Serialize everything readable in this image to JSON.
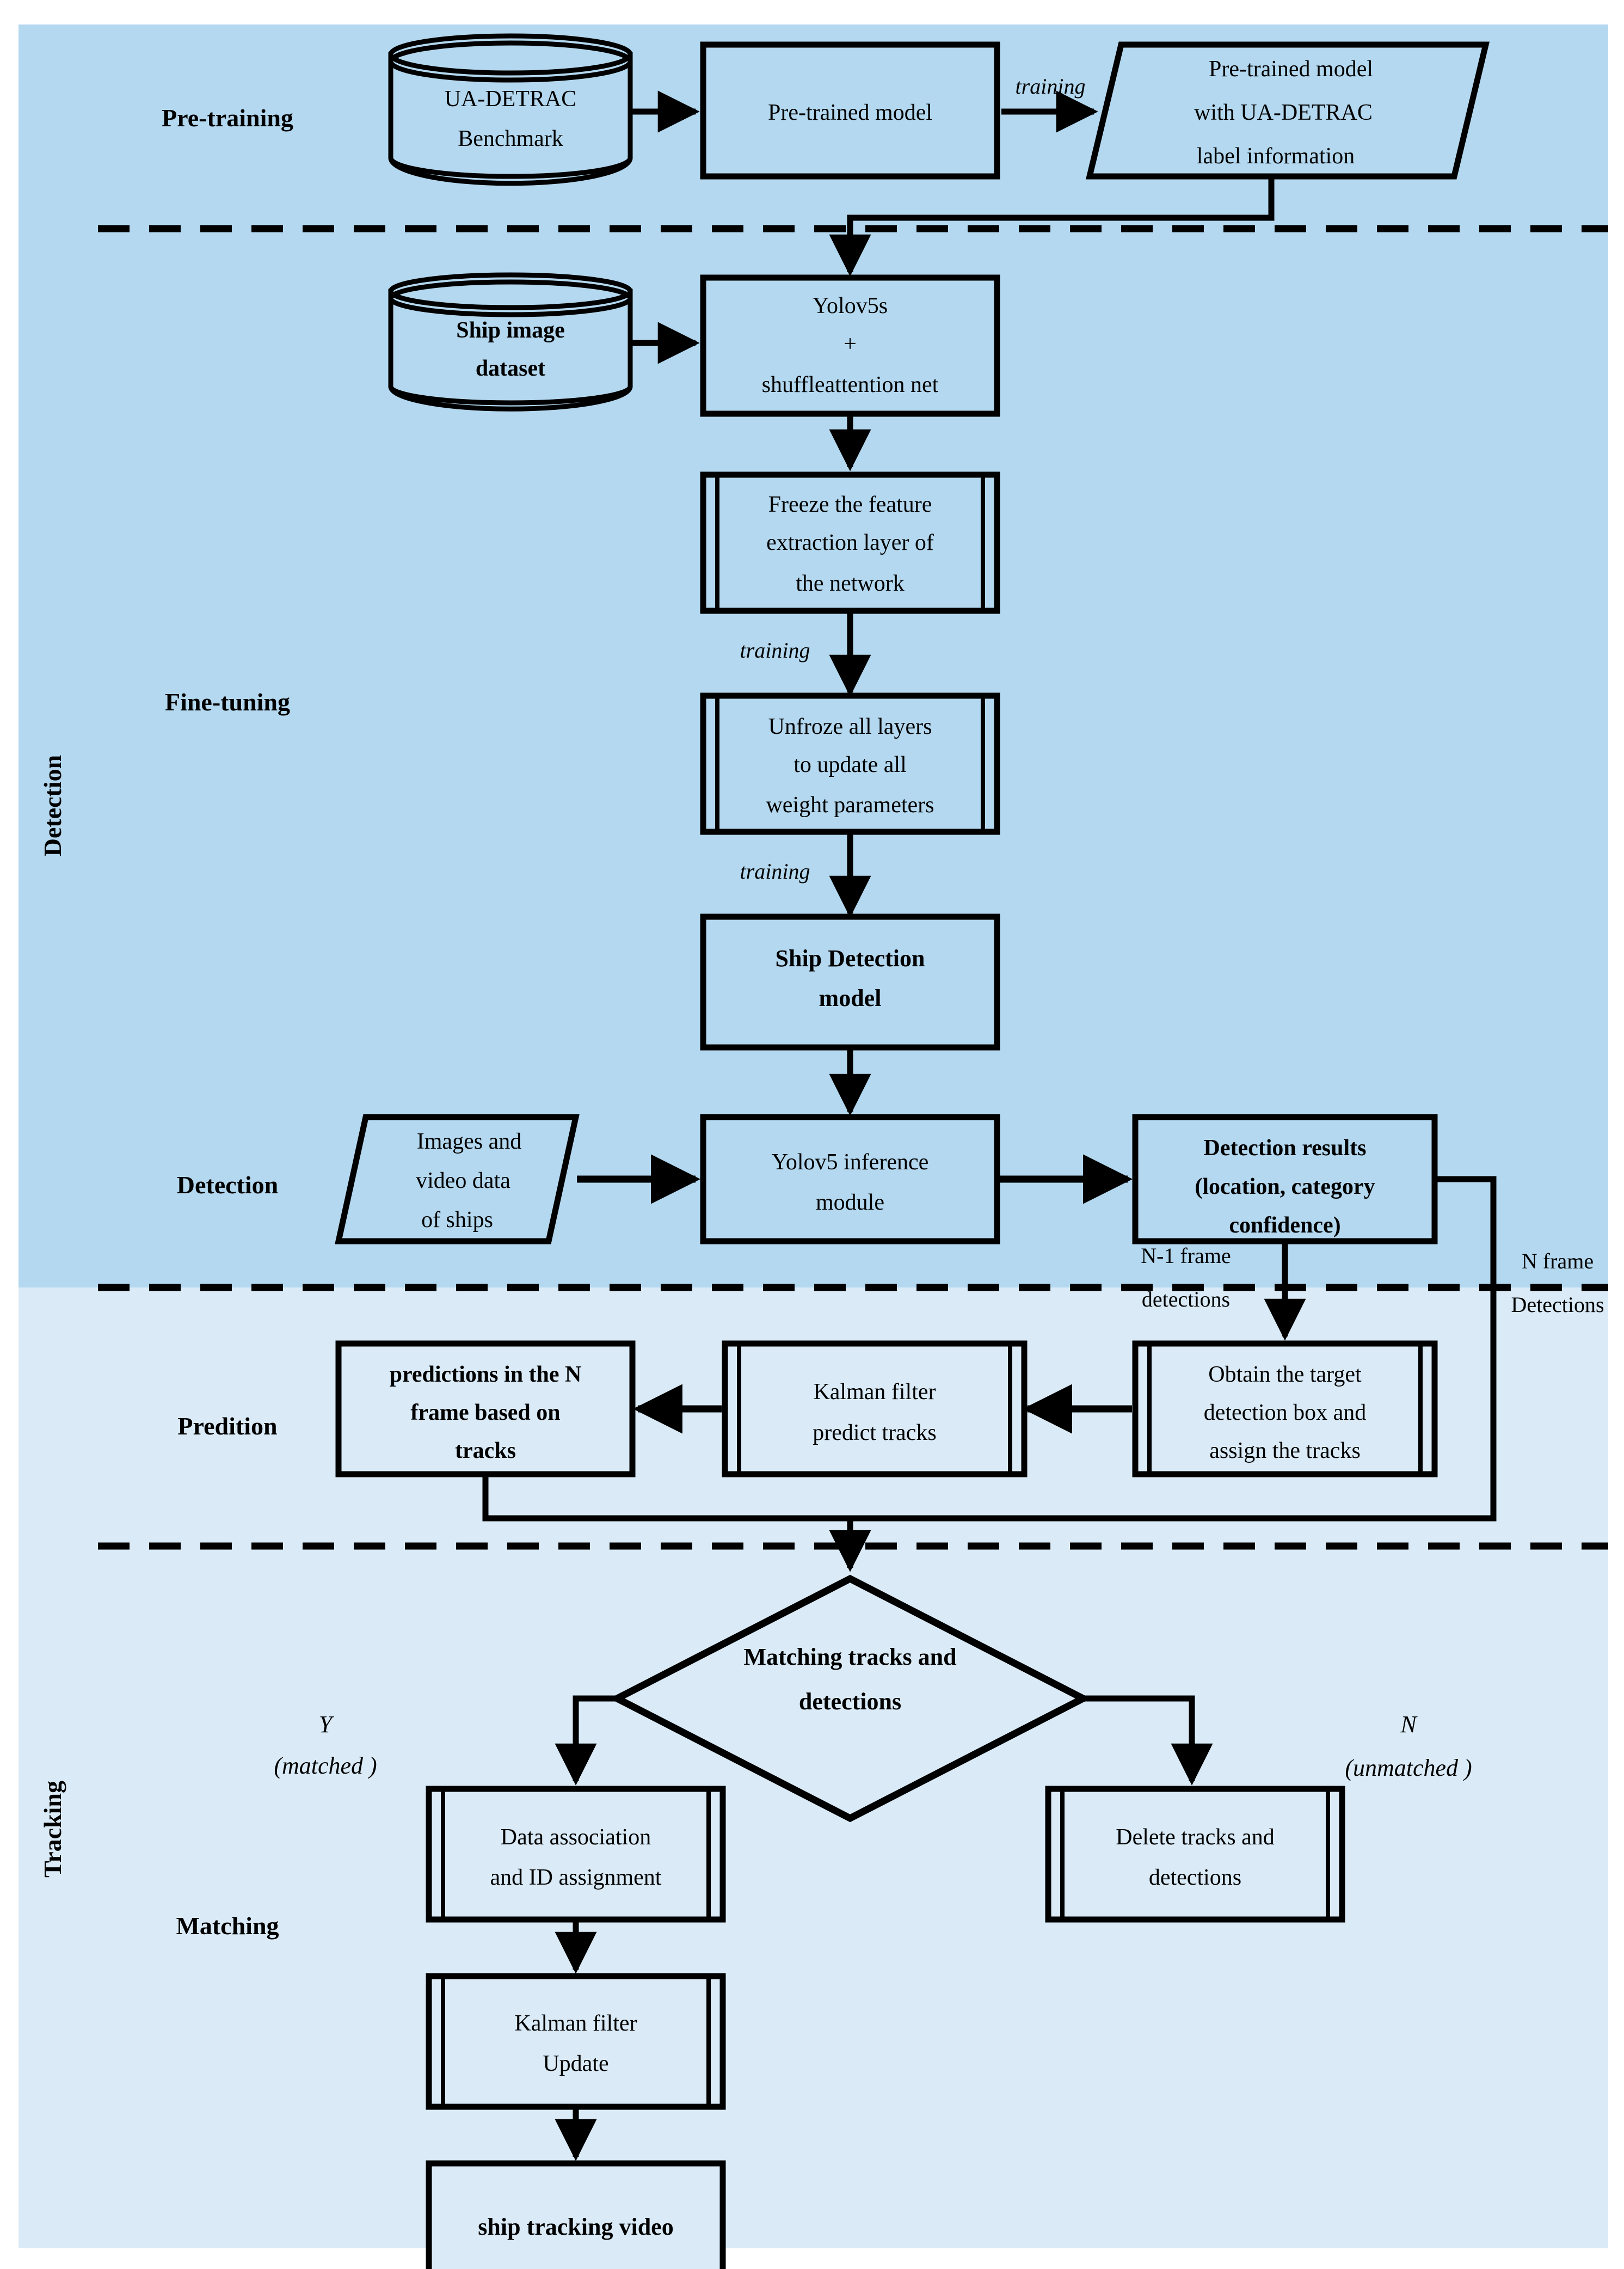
{
  "figure": {
    "type": "flowchart",
    "title": "Ship detection and tracking pipeline",
    "colors": {
      "detection_panel_bg": "#b3d8ef",
      "tracking_panel_bg": "#daebf7",
      "stroke": "#000000",
      "page_bg": "#ffffff"
    }
  },
  "stage_labels": {
    "pre_training": "Pre-training",
    "fine_tuning": "Fine-tuning",
    "detection_stage": "Detection",
    "prediction": "Predition",
    "matching": "Matching"
  },
  "side_labels": {
    "detection": "Detection",
    "tracking": "Tracking"
  },
  "nodes": {
    "ua_detrac_db": "UA-DETRAC\nBenchmark",
    "ua_detrac_db_line1": "UA-DETRAC",
    "ua_detrac_db_line2": "Benchmark",
    "pretrained_model": "Pre-trained model",
    "pretrained_labeled_l1": "Pre-trained model",
    "pretrained_labeled_l2": "with UA-DETRAC",
    "pretrained_labeled_l3": "label information",
    "ship_dataset_l1": "Ship image",
    "ship_dataset_l2": "dataset",
    "yolov5s_l1": "Yolov5s",
    "yolov5s_l2": "+",
    "yolov5s_l3": "shuffleattention net",
    "freeze_l1": "Freeze the feature",
    "freeze_l2": "extraction layer  of",
    "freeze_l3": "the network",
    "unfroze_l1": "Unfroze all  layers",
    "unfroze_l2": "to update all",
    "unfroze_l3": "weight parameters",
    "ship_detection_model_l1": "Ship Detection",
    "ship_detection_model_l2": "model",
    "images_video_l1": "Images and",
    "images_video_l2": "video data",
    "images_video_l3": "of ships",
    "inference_l1": "Yolov5 inference",
    "inference_l2": "module",
    "detection_results_l1": "Detection results",
    "detection_results_l2": "(location, category",
    "detection_results_l3": "confidence)",
    "obtain_box_l1": "Obtain the target",
    "obtain_box_l2": "detection box and",
    "obtain_box_l3": "assign the tracks",
    "kalman_predict_l1": "Kalman filter",
    "kalman_predict_l2": "predict tracks",
    "predictions_l1": "predictions in the N",
    "predictions_l2": "frame based on",
    "predictions_l3": "tracks",
    "matching_diamond_l1": "Matching  tracks and",
    "matching_diamond_l2": "detections",
    "data_association_l1": "Data association",
    "data_association_l2": "and ID assignment",
    "delete_tracks_l1": "Delete tracks and",
    "delete_tracks_l2": "detections",
    "kalman_update_l1": "Kalman filter",
    "kalman_update_l2": "Update",
    "ship_tracking_video": "ship tracking video"
  },
  "edge_labels": {
    "training_1": "training",
    "training_2": "training",
    "training_3": "training",
    "n_minus_1_frame": "N-1 frame",
    "n_minus_1_detections": "detections",
    "n_frame": "N frame",
    "n_detections": "Detections",
    "yes_y": "Y",
    "yes_matched": "(matched )",
    "no_n": "N",
    "no_unmatched": "(unmatched )"
  }
}
